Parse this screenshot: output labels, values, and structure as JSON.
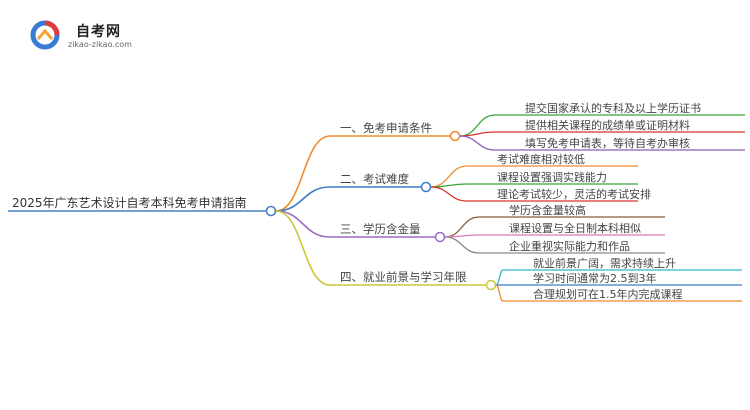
{
  "logo": {
    "name": "自考网",
    "url": "zikao-zikao.com"
  },
  "root": {
    "label": "2025年广东艺术设计自考本科免考申请指南",
    "color": "#4a7ec2"
  },
  "branches": [
    {
      "label": "一、免考申请条件",
      "color": "#f08c2e",
      "children": [
        {
          "label": "提交国家承认的专科及以上学历证书",
          "color": "#3aa43a"
        },
        {
          "label": "提供相关课程的成绩单或证明材料",
          "color": "#d9342b"
        },
        {
          "label": "填写免考申请表，等待自考办审核",
          "color": "#8e5bb3"
        }
      ]
    },
    {
      "label": "二、考试难度",
      "color": "#3b7ec8",
      "children": [
        {
          "label": "考试难度相对较低",
          "color": "#f08c2e"
        },
        {
          "label": "课程设置强调实践能力",
          "color": "#3aa43a"
        },
        {
          "label": "理论考试较少，灵活的考试安排",
          "color": "#d9342b"
        }
      ]
    },
    {
      "label": "三、学历含金量",
      "color": "#9b6cc4",
      "children": [
        {
          "label": "学历含金量较高",
          "color": "#8a5a3c"
        },
        {
          "label": "课程设置与全日制本科相似",
          "color": "#e07bb8"
        },
        {
          "label": "企业重视实际能力和作品",
          "color": "#8c8c8c"
        }
      ]
    },
    {
      "label": "四、就业前景与学习年限",
      "color": "#c9c93a",
      "children": [
        {
          "label": "就业前景广阔，需求持续上升",
          "color": "#2fb6c9"
        },
        {
          "label": "学习时间通常为2.5到3年",
          "color": "#3b7ec8"
        },
        {
          "label": "合理规划可在1.5年内完成课程",
          "color": "#f08c2e"
        }
      ]
    }
  ]
}
